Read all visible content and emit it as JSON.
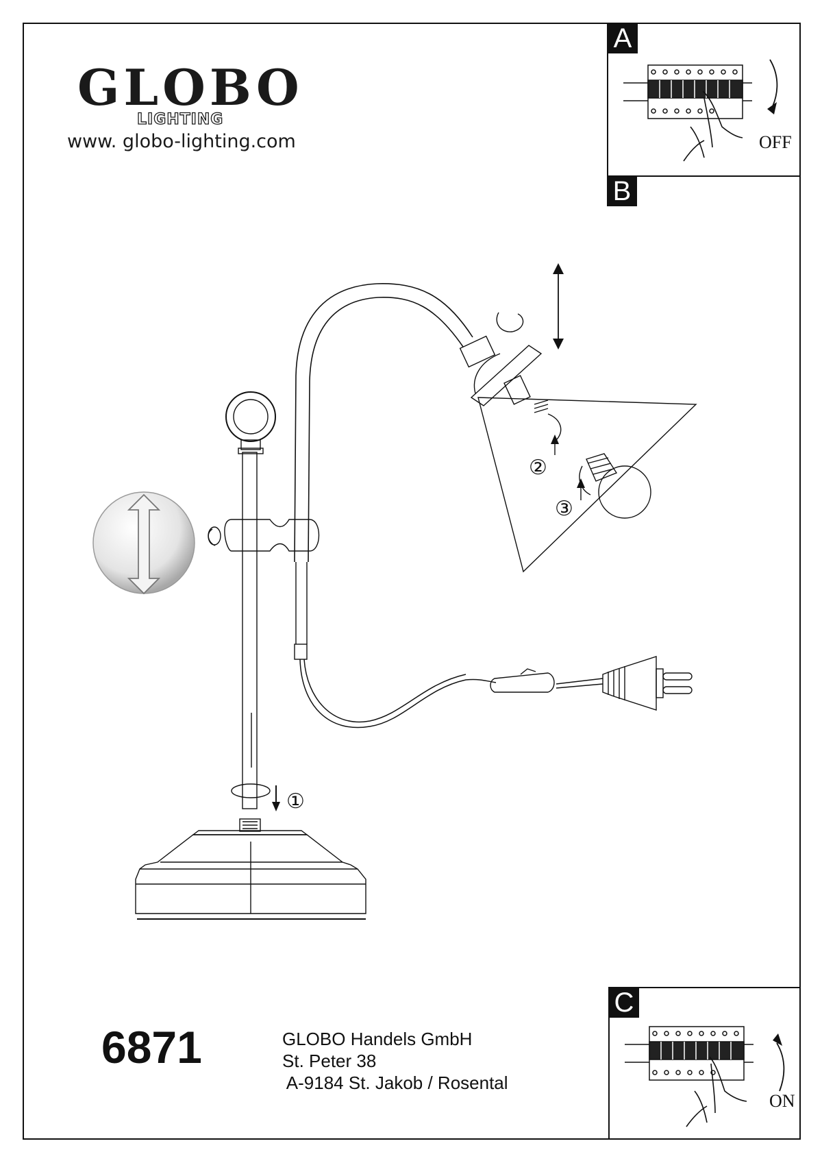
{
  "brand": {
    "name": "GLOBO",
    "sub": "LIGHTING",
    "website": "www. globo-lighting.com"
  },
  "panels": {
    "a": {
      "letter": "A",
      "state": "OFF"
    },
    "b": {
      "letter": "B"
    },
    "c": {
      "letter": "C",
      "state": "ON"
    }
  },
  "steps": [
    "①",
    "②",
    "③"
  ],
  "product": {
    "number": "6871"
  },
  "address": {
    "company": "GLOBO Handels GmbH",
    "street": "St. Peter 38",
    "city": " A-9184 St. Jakob / Rosental"
  },
  "icons": [
    "double-arrow-icon",
    "rotate-arrow-icon",
    "up-arrow-icon",
    "down-arrow-icon",
    "fuse-box-icon",
    "hand-icon"
  ]
}
